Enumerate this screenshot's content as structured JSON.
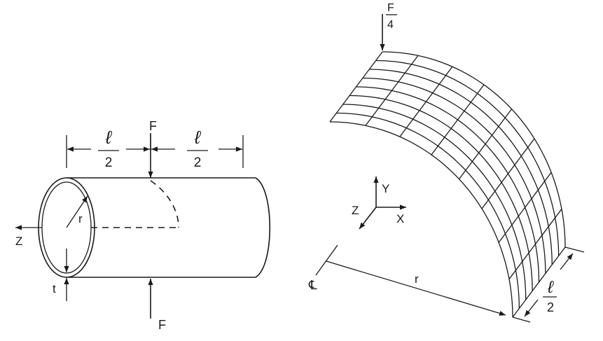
{
  "left_figure": {
    "length_symbol": "ℓ",
    "half_denominator": "2",
    "force_top": "F",
    "force_bottom": "F",
    "radius": "r",
    "thickness": "t",
    "axis_z": "Z"
  },
  "right_figure": {
    "force_numerator": "F",
    "force_denominator": "4",
    "radius": "r",
    "centerline": "℄",
    "length_symbol": "ℓ",
    "half_denominator": "2",
    "axis_x": "X",
    "axis_y": "Y",
    "axis_z": "Z",
    "mesh_divisions_circumferential": 8,
    "mesh_divisions_axial": 8
  }
}
